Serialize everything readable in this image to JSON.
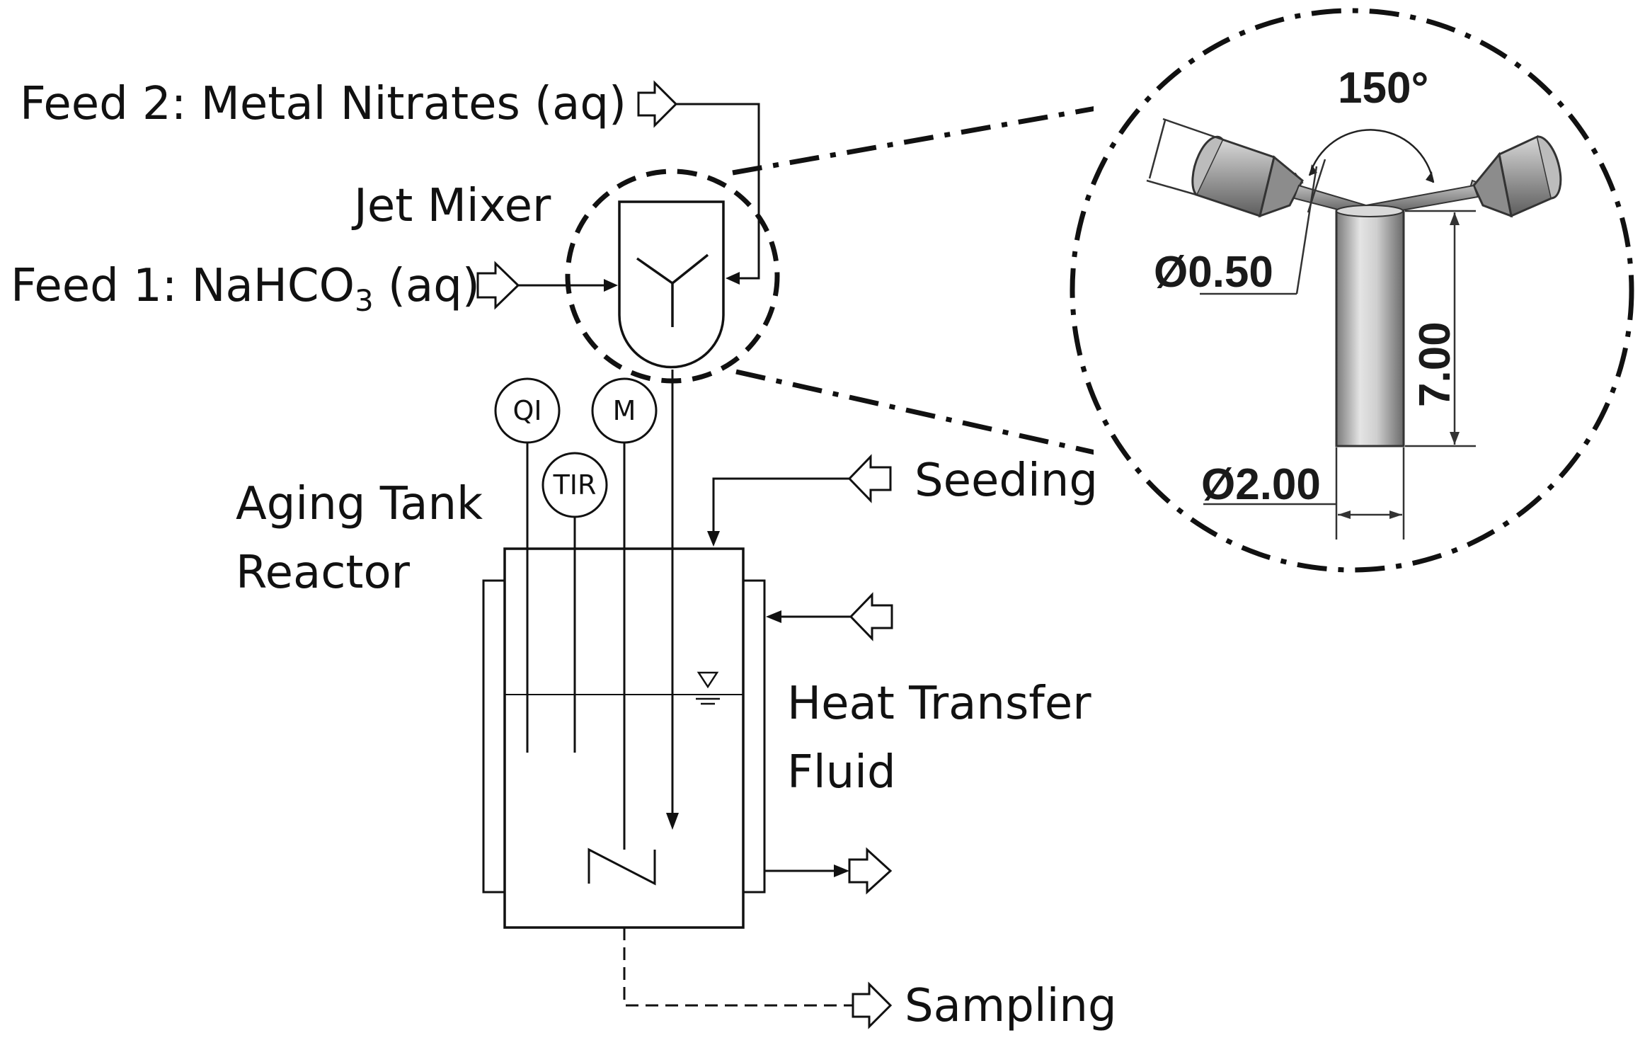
{
  "labels": {
    "feed2": "Feed 2: Metal Nitrates (aq)",
    "jet_mixer": "Jet Mixer",
    "feed1_prefix": "Feed 1: NaHCO",
    "feed1_sub": "3",
    "feed1_suffix": " (aq)",
    "aging_tank_line1": "Aging Tank",
    "aging_tank_line2": "Reactor",
    "seeding": "Seeding",
    "heat_transfer_line1": "Heat Transfer",
    "heat_transfer_line2": "Fluid",
    "sampling": "Sampling"
  },
  "instruments": {
    "qi": "QI",
    "tir": "TIR",
    "m": "M"
  },
  "detail_dimensions": {
    "angle": "150°",
    "nozzle_diameter": "Ø0.50",
    "tube_length": "7.00",
    "tube_diameter": "Ø2.00"
  },
  "colors": {
    "line": "#111111",
    "metal_light": "#e8e8e8",
    "metal_dark": "#6e6e6e"
  }
}
